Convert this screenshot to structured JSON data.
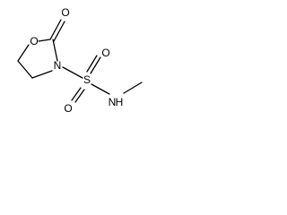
{
  "molecule": {
    "atoms": {
      "carbonyl_oxygen": "O",
      "ring_oxygen": "O",
      "ring_nitrogen": "N",
      "sulfur": "S",
      "sulfonyl_oxygen_top": "O",
      "sulfonyl_oxygen_bottom": "O",
      "amide_nitrogen": "N",
      "amide_hydrogen": "H"
    }
  }
}
